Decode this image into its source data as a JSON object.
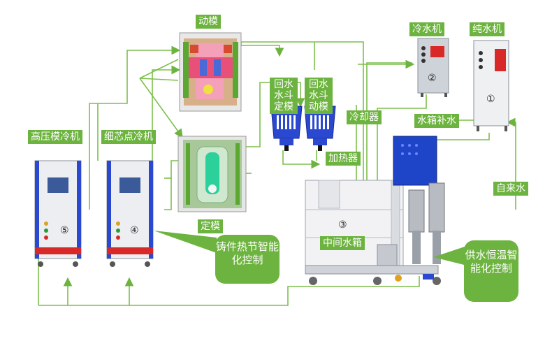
{
  "labels": {
    "moving_mold": "动模",
    "fixed_mold": "定模",
    "chiller": "冷水机",
    "pure_water_unit": "纯水机",
    "high_pressure_mold_cooler": "高压模冷机",
    "spot_cooler": "细芯点冷机",
    "return_hopper_fixed": "回水水斗定模",
    "return_hopper_moving": "回水水斗动模",
    "cooler": "冷却器",
    "heater": "加热器",
    "tank_makeup": "水箱补水",
    "tap_water": "自来水",
    "intermediate_tank": "中间水箱"
  },
  "callouts": {
    "casting_control": "铸件热节智能化控制",
    "supply_control": "供水恒温智能化控制"
  },
  "unit_numbers": {
    "chiller": "②",
    "pure_water_unit": "①",
    "intermediate_tank": "③",
    "spot_cooler": "④",
    "high_pressure_mold_cooler": "⑤"
  },
  "colors": {
    "line_green": "#6db33f",
    "label_green": "#6db33f",
    "cabinet_blue": "#1e44c8",
    "panel_gray": "#c9ccd2"
  }
}
